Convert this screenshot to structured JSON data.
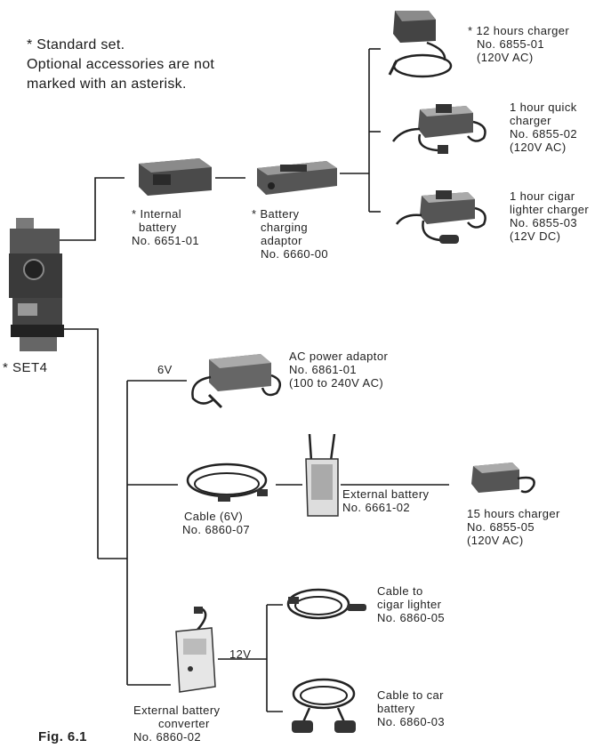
{
  "legend": {
    "line1": "* Standard set.",
    "line2": "Optional accessories are not",
    "line3": "marked with an asterisk."
  },
  "instrument": {
    "label": "* SET4"
  },
  "figure": {
    "caption": "Fig. 6.1"
  },
  "voltage_labels": {
    "six_volt": "6V",
    "twelve_volt": "12V"
  },
  "components": {
    "internal_battery": {
      "line1": "* Internal",
      "line2": "battery",
      "line3": "No. 6651-01"
    },
    "charging_adaptor": {
      "line1": "* Battery",
      "line2": "charging",
      "line3": "adaptor",
      "line4": "No. 6660-00"
    },
    "charger_12h": {
      "line1": "* 12 hours charger",
      "line2": "No. 6855-01",
      "line3": "(120V AC)"
    },
    "charger_1h_quick": {
      "line1": "1 hour quick",
      "line2": "charger",
      "line3": "No. 6855-02",
      "line4": "(120V AC)"
    },
    "charger_1h_cigar": {
      "line1": "1 hour cigar",
      "line2": "lighter charger",
      "line3": "No. 6855-03",
      "line4": "(12V DC)"
    },
    "ac_power_adaptor": {
      "line1": "AC power adaptor",
      "line2": "No. 6861-01",
      "line3": "(100 to 240V AC)"
    },
    "cable_6v": {
      "line1": "Cable (6V)",
      "line2": "No. 6860-07"
    },
    "external_battery": {
      "line1": "External battery",
      "line2": "No. 6661-02"
    },
    "charger_15h": {
      "line1": "15 hours charger",
      "line2": "No. 6855-05",
      "line3": "(120V AC)"
    },
    "cable_cigar": {
      "line1": "Cable to",
      "line2": "cigar lighter",
      "line3": "No. 6860-05"
    },
    "cable_car": {
      "line1": "Cable to car",
      "line2": "battery",
      "line3": "No. 6860-03"
    },
    "battery_converter": {
      "line1": "External battery",
      "line2": "converter",
      "line3": "No. 6860-02"
    }
  }
}
